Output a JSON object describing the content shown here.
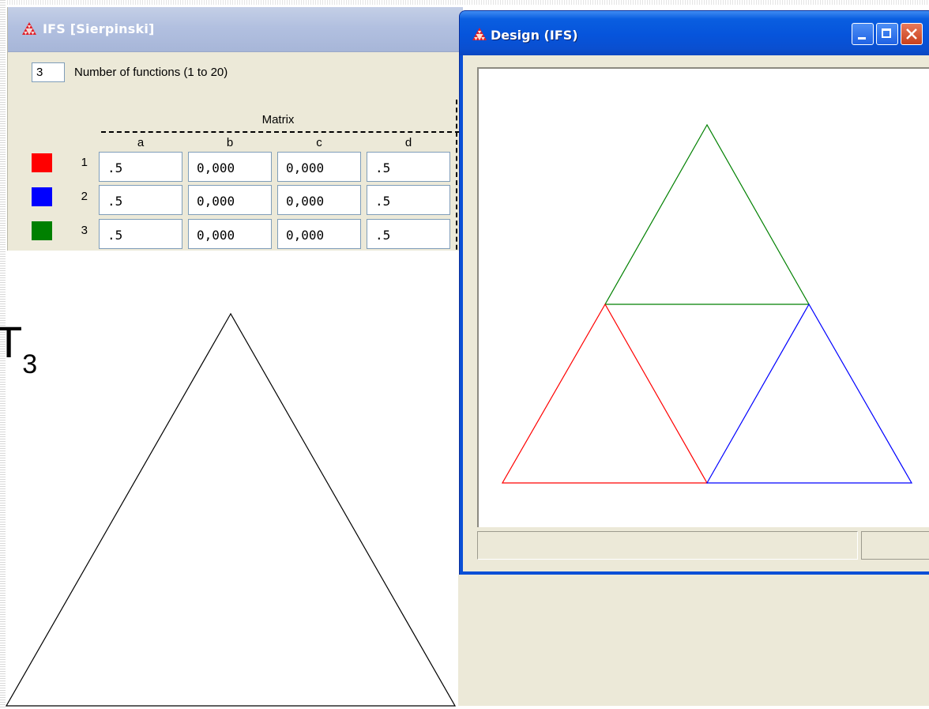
{
  "slide": {
    "label_main": "T",
    "label_sub": "3"
  },
  "ifs_window": {
    "title": "IFS [Sierpinski]",
    "num_functions_value": "3",
    "num_functions_label": "Number of functions (1 to 20)",
    "matrix_header": "Matrix",
    "columns": [
      "a",
      "b",
      "c",
      "d"
    ],
    "rows": [
      {
        "num": "1",
        "color": "#ff0000",
        "a": ".5",
        "b": "0,000",
        "c": "0,000",
        "d": ".5"
      },
      {
        "num": "2",
        "color": "#0000ff",
        "a": ".5",
        "b": "0,000",
        "c": "0,000",
        "d": ".5"
      },
      {
        "num": "3",
        "color": "#008000",
        "a": ".5",
        "b": "0,000",
        "c": "0,000",
        "d": ".5"
      }
    ]
  },
  "design_window": {
    "title": "Design (IFS)",
    "line_colors": {
      "f1": "#ff0000",
      "f2": "#0000ff",
      "f3": "#008000"
    }
  },
  "icons": [
    "sierpinski-app-icon",
    "minimize-icon",
    "maximize-icon",
    "close-icon"
  ]
}
